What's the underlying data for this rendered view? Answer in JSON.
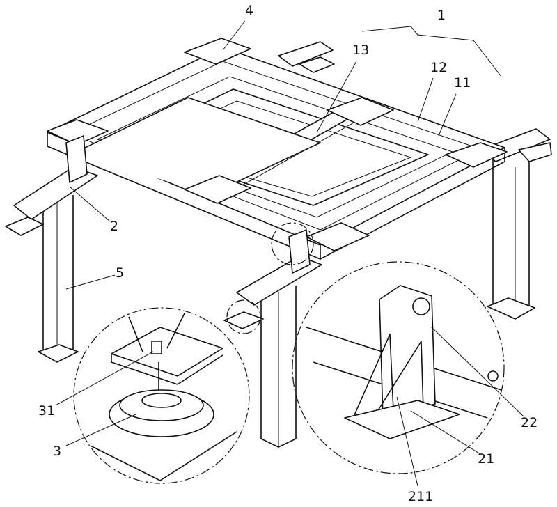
{
  "figure": {
    "labels": {
      "assembly": "1",
      "mounting_plate": "4",
      "cross_beam": "13",
      "outer_rail": "12",
      "inner_rail": "11",
      "support_arm": "2",
      "column": "5",
      "leveling_screw": "31",
      "foot_pad": "3",
      "hook_plate": "22",
      "bracket": "21",
      "rib": "211"
    }
  }
}
